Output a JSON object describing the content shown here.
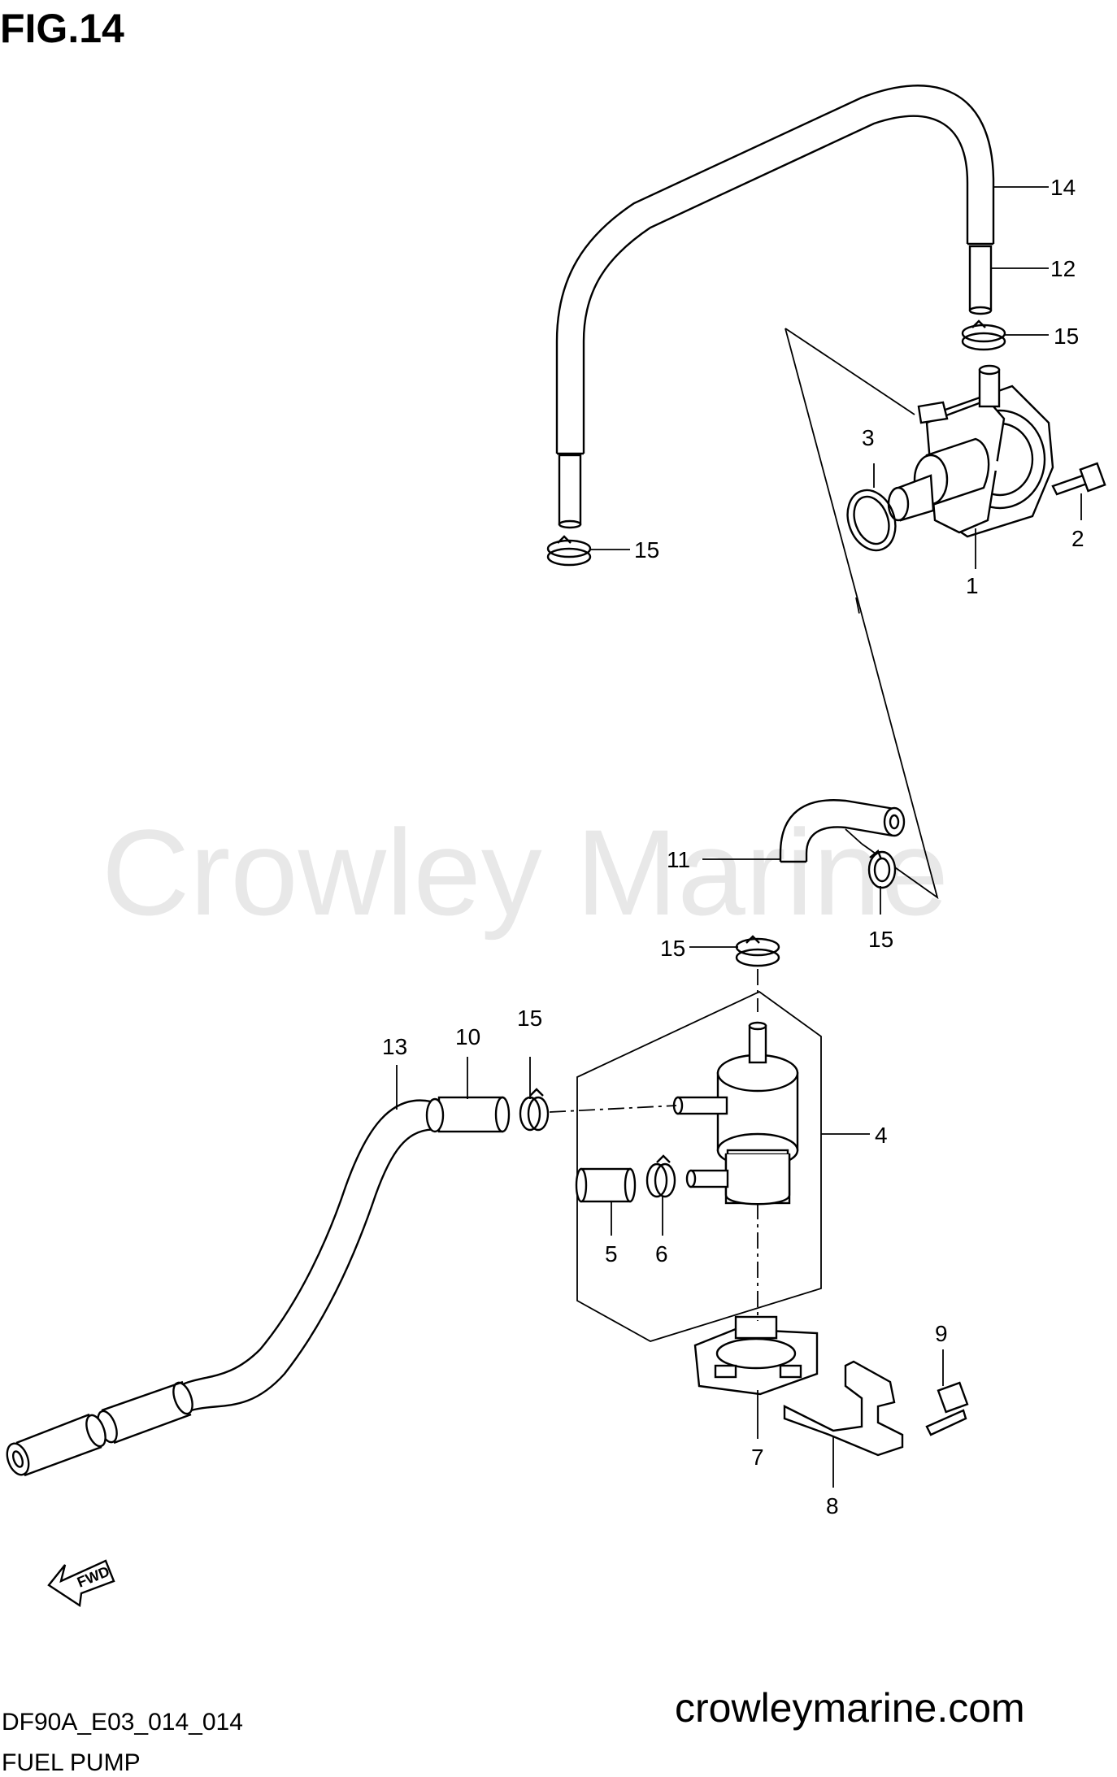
{
  "figure": {
    "title": "FIG.14",
    "watermark": "Crowley Marine",
    "model_code": "DF90A_E03_014_014",
    "section_name": "FUEL PUMP",
    "website": "crowleymarine.com",
    "fwd_label": "FWD"
  },
  "callouts": {
    "c1": "1",
    "c2": "2",
    "c3": "3",
    "c4": "4",
    "c5": "5",
    "c6": "6",
    "c7": "7",
    "c8": "8",
    "c9": "9",
    "c10": "10",
    "c11": "11",
    "c12": "12",
    "c13": "13",
    "c14": "14",
    "c15a": "15",
    "c15b": "15",
    "c15c": "15",
    "c15d": "15",
    "c15e": "15"
  }
}
